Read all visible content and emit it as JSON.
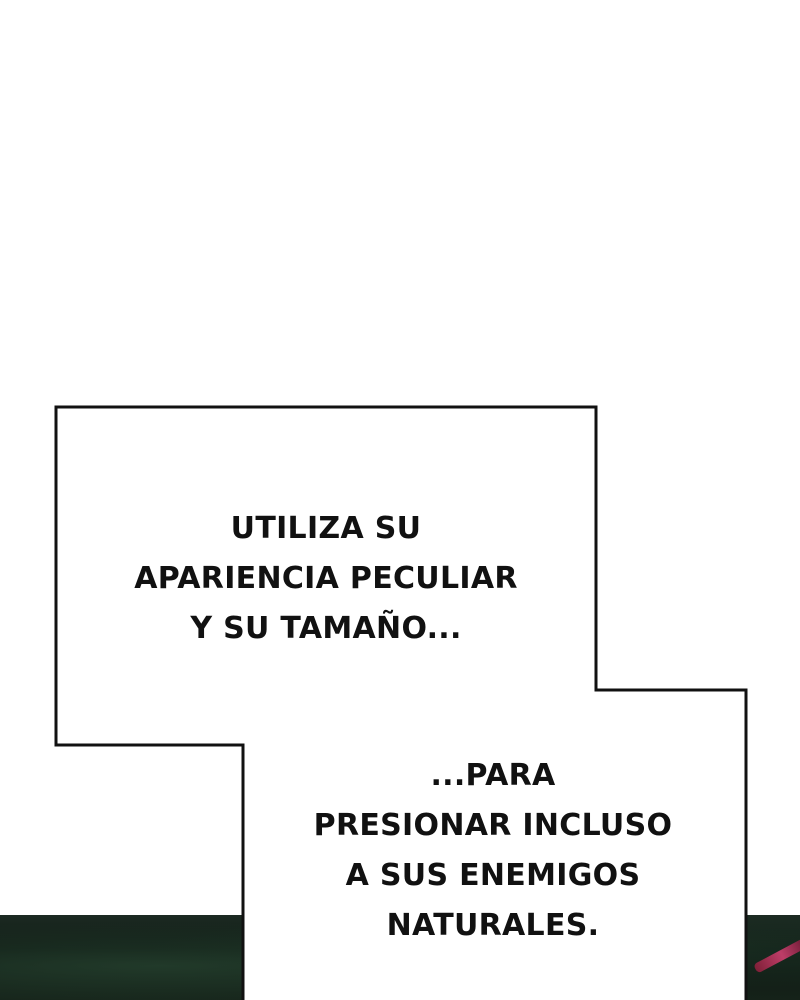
{
  "panel": {
    "caption_1": {
      "lines": [
        "UTILIZA SU",
        "APARIENCIA PECULIAR",
        "Y SU TAMAÑO..."
      ]
    },
    "caption_2": {
      "lines": [
        "...PARA",
        "PRESIONAR INCLUSO",
        "A SUS ENEMIGOS",
        "NATURALES."
      ]
    }
  },
  "colors": {
    "background": "#ffffff",
    "box_fill": "#ffffff",
    "box_border": "#111111",
    "text": "#111111",
    "art_strip": "#152219",
    "accent": "#d04070"
  }
}
